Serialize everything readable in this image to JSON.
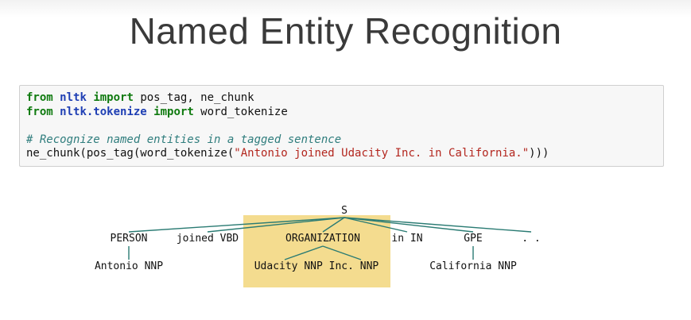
{
  "title": "Named Entity Recognition",
  "code": {
    "line1": {
      "kw1": "from",
      "mod": "nltk",
      "kw2": "import",
      "rest": " pos_tag, ne_chunk"
    },
    "line2": {
      "kw1": "from",
      "mod": "nltk.tokenize",
      "kw2": "import",
      "rest": " word_tokenize"
    },
    "comment": "# Recognize named entities in a tagged sentence",
    "line4": {
      "pre": "ne_chunk(pos_tag(word_tokenize(",
      "str": "\"Antonio joined Udacity Inc. in California.\"",
      "post": ")))"
    }
  },
  "tree": {
    "root": "S",
    "person": "PERSON",
    "joined": "joined VBD",
    "organization": "ORGANIZATION",
    "in": "in IN",
    "gpe": "GPE",
    "period": ". .",
    "antonio": "Antonio NNP",
    "udacity": "Udacity NNP Inc. NNP",
    "california": "California NNP"
  },
  "colors": {
    "highlight": "#f4dc8f",
    "tree_line": "#2a7b73"
  }
}
